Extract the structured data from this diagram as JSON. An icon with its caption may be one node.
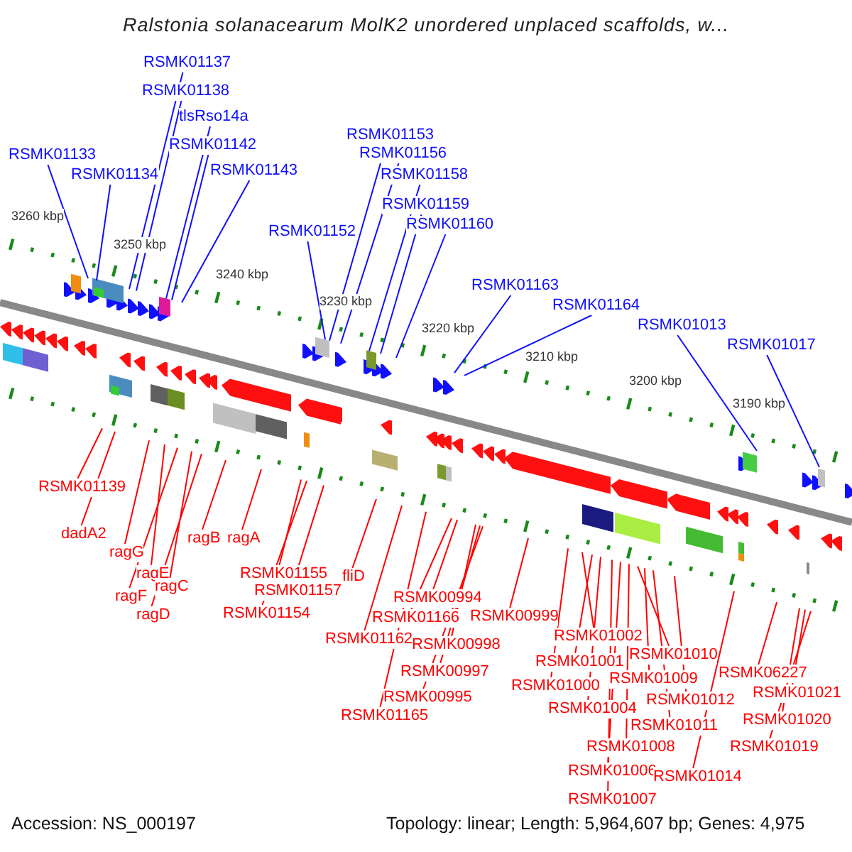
{
  "diagram": {
    "title": "Ralstonia solanacearum MolK2 unordered unplaced scaffolds, w...",
    "nodes": [
      {
        "text": [
          "RSMK01137"
        ]
      },
      {
        "text": [
          "RSMK01138"
        ]
      },
      {
        "text": [
          "tlsRso14a"
        ]
      },
      {
        "text": [
          "RSMK01142"
        ]
      },
      {
        "text": [
          "RSMK01143"
        ]
      },
      {
        "text": [
          "RSMK01133"
        ]
      },
      {
        "text": [
          "RSMK01134"
        ]
      },
      {
        "text": [
          "RSMK01153"
        ]
      },
      {
        "text": [
          "RSMK01156"
        ]
      },
      {
        "text": [
          "RSMK01158"
        ]
      },
      {
        "text": [
          "RSMK01159"
        ]
      },
      {
        "text": [
          "RSMK01160"
        ]
      },
      {
        "text": [
          "RSMK01152"
        ]
      },
      {
        "text": [
          "RSMK01163"
        ]
      },
      {
        "text": [
          "RSMK01164"
        ]
      },
      {
        "text": [
          "RSMK01013"
        ]
      },
      {
        "text": [
          "RSMK01017"
        ]
      },
      {
        "text": [
          "RSMK01139"
        ]
      },
      {
        "text": [
          "dadA2"
        ]
      },
      {
        "text": [
          "ragG"
        ]
      },
      {
        "text": [
          "ragE"
        ]
      },
      {
        "text": [
          "ragF"
        ]
      },
      {
        "text": [
          "ragC"
        ]
      },
      {
        "text": [
          "ragD"
        ]
      },
      {
        "text": [
          "ragB"
        ]
      },
      {
        "text": [
          "ragA"
        ]
      },
      {
        "text": [
          "RSMK01155"
        ]
      },
      {
        "text": [
          "RSMK01157"
        ]
      },
      {
        "text": [
          "RSMK01154"
        ]
      },
      {
        "text": [
          "fliD"
        ]
      },
      {
        "text": [
          "RSMK01162"
        ]
      },
      {
        "text": [
          "RSMK01165"
        ]
      },
      {
        "text": [
          "RSMK00994"
        ]
      },
      {
        "text": [
          "RSMK01166"
        ]
      },
      {
        "text": [
          "RSMK00998"
        ]
      },
      {
        "text": [
          "RSMK00997"
        ]
      },
      {
        "text": [
          "RSMK00995"
        ]
      },
      {
        "text": [
          "RSMK00999"
        ]
      },
      {
        "text": [
          "RSMK01002"
        ]
      },
      {
        "text": [
          "RSMK01001"
        ]
      },
      {
        "text": [
          "RSMK01000"
        ]
      },
      {
        "text": [
          "RSMK01004"
        ]
      },
      {
        "text": [
          "RSMK01008"
        ]
      },
      {
        "text": [
          "RSMK01006"
        ]
      },
      {
        "text": [
          "RSMK01007"
        ]
      },
      {
        "text": [
          "RSMK01010"
        ]
      },
      {
        "text": [
          "RSMK01009"
        ]
      },
      {
        "text": [
          "RSMK01012"
        ]
      },
      {
        "text": [
          "RSMK01011"
        ]
      },
      {
        "text": [
          "RSMK01014"
        ]
      },
      {
        "text": [
          "RSMK06227"
        ]
      },
      {
        "text": [
          "RSMK01021"
        ]
      },
      {
        "text": [
          "RSMK01020"
        ]
      },
      {
        "text": [
          "RSMK01019"
        ]
      }
    ],
    "edges": [
      {
        "from": 0,
        "to": null,
        "arrow": "none",
        "color": "#1010ff"
      },
      {
        "from": 1,
        "to": null,
        "arrow": "none",
        "color": "#1010ff"
      },
      {
        "from": 2,
        "to": null,
        "arrow": "none",
        "color": "#1010ff"
      },
      {
        "from": 3,
        "to": null,
        "arrow": "none",
        "color": "#1010ff"
      },
      {
        "from": 4,
        "to": null,
        "arrow": "none",
        "color": "#1010ff"
      },
      {
        "from": 5,
        "to": null,
        "arrow": "none",
        "color": "#1010ff"
      },
      {
        "from": 6,
        "to": null,
        "arrow": "none",
        "color": "#1010ff"
      },
      {
        "from": 7,
        "to": null,
        "arrow": "none",
        "color": "#1010ff"
      },
      {
        "from": 8,
        "to": null,
        "arrow": "none",
        "color": "#1010ff"
      },
      {
        "from": 9,
        "to": null,
        "arrow": "none",
        "color": "#1010ff"
      },
      {
        "from": 10,
        "to": null,
        "arrow": "none",
        "color": "#1010ff"
      },
      {
        "from": 11,
        "to": null,
        "arrow": "none",
        "color": "#1010ff"
      },
      {
        "from": 12,
        "to": null,
        "arrow": "none",
        "color": "#1010ff"
      },
      {
        "from": 13,
        "to": null,
        "arrow": "none",
        "color": "#1010ff"
      },
      {
        "from": 14,
        "to": null,
        "arrow": "none",
        "color": "#1010ff"
      },
      {
        "from": 15,
        "to": null,
        "arrow": "none",
        "color": "#1010ff"
      },
      {
        "from": 16,
        "to": null,
        "arrow": "none",
        "color": "#1010ff"
      },
      {
        "from": 17,
        "to": null,
        "arrow": "none"
      },
      {
        "from": 18,
        "to": null,
        "arrow": "none"
      },
      {
        "from": 19,
        "to": null,
        "arrow": "none"
      },
      {
        "from": 20,
        "to": null,
        "arrow": "none"
      },
      {
        "from": 21,
        "to": null,
        "arrow": "none"
      },
      {
        "from": 22,
        "to": null,
        "arrow": "none"
      },
      {
        "from": 23,
        "to": null,
        "arrow": "none"
      },
      {
        "from": 24,
        "to": null,
        "arrow": "none"
      },
      {
        "from": 25,
        "to": null,
        "arrow": "none"
      },
      {
        "from": 26,
        "to": null,
        "arrow": "none"
      },
      {
        "from": 27,
        "to": null,
        "arrow": "none"
      },
      {
        "from": 28,
        "to": null,
        "arrow": "none"
      },
      {
        "from": 29,
        "to": null,
        "arrow": "none"
      },
      {
        "from": 30,
        "to": null,
        "arrow": "none"
      },
      {
        "from": 31,
        "to": null,
        "arrow": "none"
      },
      {
        "from": 32,
        "to": null,
        "arrow": "none"
      },
      {
        "from": 33,
        "to": null,
        "arrow": "none"
      },
      {
        "from": 34,
        "to": null,
        "arrow": "none"
      },
      {
        "from": 35,
        "to": null,
        "arrow": "none"
      },
      {
        "from": 36,
        "to": null,
        "arrow": "none"
      },
      {
        "from": 37,
        "to": null,
        "arrow": "none"
      },
      {
        "from": 38,
        "to": null,
        "arrow": "none"
      },
      {
        "from": 39,
        "to": null,
        "arrow": "none"
      },
      {
        "from": 40,
        "to": null,
        "arrow": "none"
      },
      {
        "from": 41,
        "to": null,
        "arrow": "none"
      },
      {
        "from": 42,
        "to": null,
        "arrow": "none"
      },
      {
        "from": 43,
        "to": null,
        "arrow": "none"
      },
      {
        "from": 44,
        "to": null,
        "arrow": "none"
      },
      {
        "from": 45,
        "to": null,
        "arrow": "none"
      },
      {
        "from": 46,
        "to": null,
        "arrow": "none"
      },
      {
        "from": 47,
        "to": null,
        "arrow": "none"
      },
      {
        "from": 48,
        "to": null,
        "arrow": "none"
      },
      {
        "from": 49,
        "to": null,
        "arrow": "none"
      },
      {
        "from": 50,
        "to": null,
        "arrow": "none"
      },
      {
        "from": 51,
        "to": null,
        "arrow": "none"
      },
      {
        "from": 52,
        "to": null,
        "arrow": "none"
      },
      {
        "from": 53,
        "to": null,
        "arrow": "none"
      }
    ],
    "labels": [
      "3260 kbp",
      "3250 kbp",
      "3240 kbp",
      "3230 kbp",
      "3220 kbp",
      "3210 kbp",
      "3200 kbp",
      "3190 kbp",
      "Accession: NS_000197",
      "Topology: linear; Length: 5,964,607 bp; Genes: 4,975"
    ]
  }
}
